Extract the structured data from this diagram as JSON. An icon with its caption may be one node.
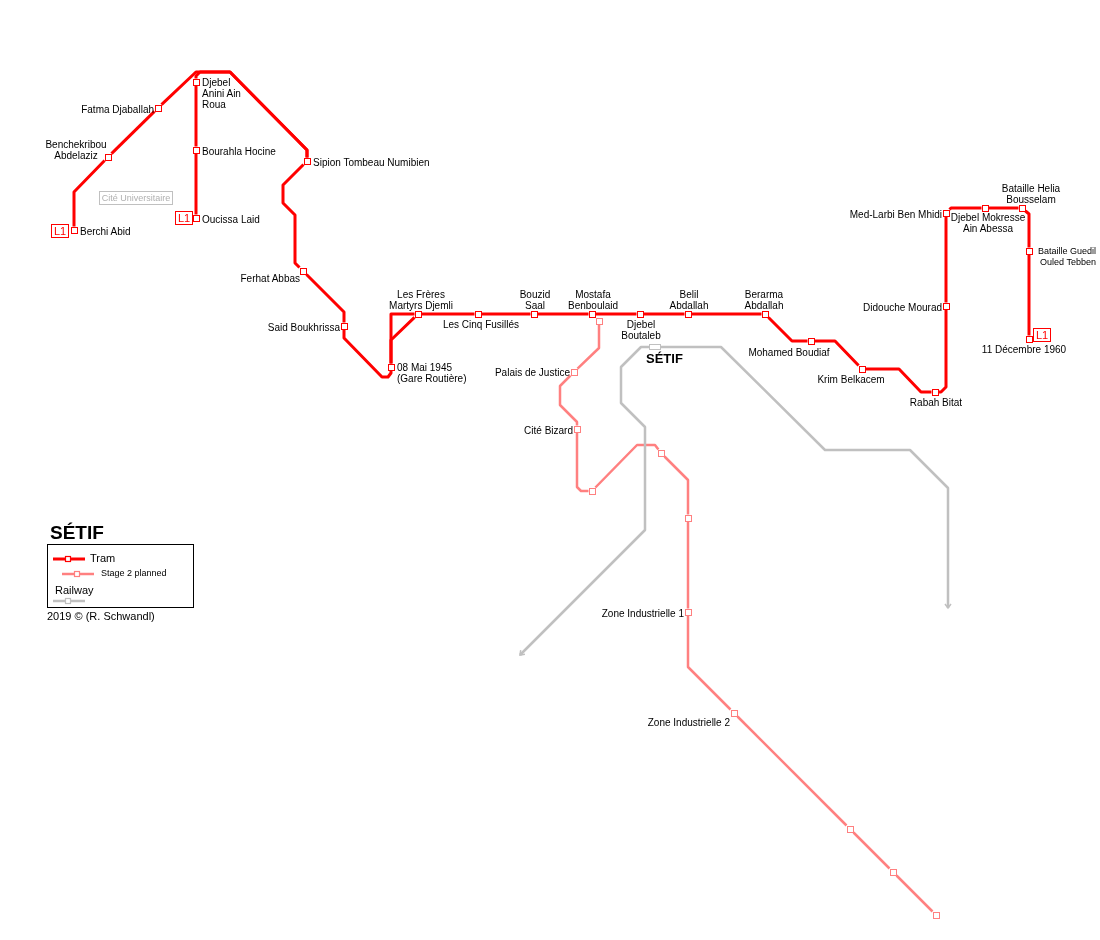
{
  "diagram": {
    "title": "SÉTIF",
    "nodes": [
      {
        "text": [],
        "shape": "box",
        "beside": [
          "Berchi Abid"
        ]
      },
      {
        "text": [],
        "shape": "box",
        "beside": [
          "Benchekribou Abdelaziz"
        ]
      },
      {
        "text": [],
        "shape": "box",
        "beside": [
          "Fatma Djaballah"
        ]
      },
      {
        "text": [],
        "shape": "box",
        "beside": [
          "Djebel Anini Ain Roua"
        ]
      },
      {
        "text": [],
        "shape": "box",
        "beside": [
          "Bourahla Hocine"
        ]
      },
      {
        "text": [],
        "shape": "box",
        "beside": [
          "Oucissa Laid"
        ]
      },
      {
        "text": [],
        "shape": "box",
        "beside": [
          "Sipion Tombeau Numibien"
        ]
      },
      {
        "text": [],
        "shape": "box",
        "beside": [
          "Ferhat Abbas"
        ]
      },
      {
        "text": [],
        "shape": "box",
        "beside": [
          "Said Boukhrissa"
        ]
      },
      {
        "text": [],
        "shape": "box",
        "beside": [
          "08 Mai 1945 (Gare Routière)"
        ]
      },
      {
        "text": [],
        "shape": "box",
        "beside": [
          "Les Frères Martyrs Djemli"
        ]
      },
      {
        "text": [],
        "shape": "box",
        "beside": [
          "Les Cinq Fusillés"
        ]
      },
      {
        "text": [],
        "shape": "box",
        "beside": [
          "Bouzid Saal"
        ]
      },
      {
        "text": [],
        "shape": "box",
        "beside": [
          "Mostafa Benboulaid"
        ]
      },
      {
        "text": [],
        "shape": "box",
        "beside": [
          "Djebel Boutaleb"
        ]
      },
      {
        "text": [],
        "shape": "box",
        "beside": [
          "Belil Abdallah"
        ]
      },
      {
        "text": [],
        "shape": "box",
        "beside": [
          "Berarma Abdallah"
        ]
      },
      {
        "text": [],
        "shape": "box",
        "beside": [
          "Mohamed Boudiaf"
        ]
      },
      {
        "text": [],
        "shape": "box",
        "beside": [
          "Krim Belkacem"
        ]
      },
      {
        "text": [],
        "shape": "box",
        "beside": [
          "Rabah Bitat"
        ]
      },
      {
        "text": [],
        "shape": "box",
        "beside": [
          "Didouche Mourad"
        ]
      },
      {
        "text": [],
        "shape": "box",
        "beside": [
          "Med-Larbi Ben Mhidi"
        ]
      },
      {
        "text": [],
        "shape": "box",
        "beside": [
          "Djebel Mokresse Ain Abessa"
        ]
      },
      {
        "text": [],
        "shape": "box",
        "beside": [
          "Bataille Helia Bousselam"
        ]
      },
      {
        "text": [],
        "shape": "box",
        "beside": [
          "Bataille Guedil Ouled Tebben"
        ]
      },
      {
        "text": [],
        "shape": "box",
        "beside": [
          "11 Décembre 1960"
        ]
      },
      {
        "text": [],
        "shape": "box"
      },
      {
        "text": [],
        "shape": "box",
        "beside": [
          "Palais de Justice"
        ]
      },
      {
        "text": [],
        "shape": "box",
        "beside": [
          "Cité Bizard"
        ]
      },
      {
        "text": [],
        "shape": "box"
      },
      {
        "text": [],
        "shape": "box"
      },
      {
        "text": [],
        "shape": "box"
      },
      {
        "text": [],
        "shape": "box",
        "beside": [
          "Zone Industrielle 1"
        ]
      },
      {
        "text": [],
        "shape": "box",
        "beside": [
          "Zone Industrielle 2"
        ]
      },
      {
        "text": [],
        "shape": "box"
      },
      {
        "text": [],
        "shape": "box"
      },
      {
        "text": [],
        "shape": "box"
      },
      {
        "text": [],
        "shape": "box",
        "beside": [
          "SÉTIF"
        ]
      },
      {
        "text": [
          "Cité Universitaire"
        ]
      },
      {
        "text": [
          "L1"
        ]
      },
      {
        "text": [
          "L1"
        ]
      },
      {
        "text": [
          "L1"
        ]
      }
    ],
    "edges": [
      {
        "from": 0,
        "to": 1,
        "arrow": "none"
      },
      {
        "from": 1,
        "to": 2,
        "arrow": "none"
      },
      {
        "from": 2,
        "to": 6,
        "arrow": "none"
      },
      {
        "from": 5,
        "to": 4,
        "arrow": "none"
      },
      {
        "from": 4,
        "to": 3,
        "arrow": "none"
      },
      {
        "from": 3,
        "to": 6,
        "arrow": "none"
      },
      {
        "from": 6,
        "to": 7,
        "arrow": "none"
      },
      {
        "from": 7,
        "to": 8,
        "arrow": "none"
      },
      {
        "from": 8,
        "to": 9,
        "arrow": "none"
      },
      {
        "from": 9,
        "to": 10,
        "arrow": "none"
      },
      {
        "from": 9,
        "to": 10,
        "arrow": "none"
      },
      {
        "from": 10,
        "to": 11,
        "arrow": "none"
      },
      {
        "from": 11,
        "to": 12,
        "arrow": "none"
      },
      {
        "from": 12,
        "to": 13,
        "arrow": "none"
      },
      {
        "from": 13,
        "to": 14,
        "arrow": "none"
      },
      {
        "from": 14,
        "to": 15,
        "arrow": "none"
      },
      {
        "from": 15,
        "to": 16,
        "arrow": "none"
      },
      {
        "from": 16,
        "to": 17,
        "arrow": "none"
      },
      {
        "from": 17,
        "to": 18,
        "arrow": "none"
      },
      {
        "from": 18,
        "to": 19,
        "arrow": "none"
      },
      {
        "from": 19,
        "to": 20,
        "arrow": "none"
      },
      {
        "from": 20,
        "to": 21,
        "arrow": "none"
      },
      {
        "from": 21,
        "to": 22,
        "arrow": "none"
      },
      {
        "from": 22,
        "to": 23,
        "arrow": "none"
      },
      {
        "from": 23,
        "to": 24,
        "arrow": "none"
      },
      {
        "from": 24,
        "to": 25,
        "arrow": "none"
      },
      {
        "from": 26,
        "to": 27,
        "arrow": "none",
        "color": "#ff8080"
      },
      {
        "from": 27,
        "to": 28,
        "arrow": "none",
        "color": "#ff8080"
      },
      {
        "from": 28,
        "to": 29,
        "arrow": "none",
        "color": "#ff8080"
      },
      {
        "from": 29,
        "to": 30,
        "arrow": "none",
        "color": "#ff8080"
      },
      {
        "from": 30,
        "to": 31,
        "arrow": "none",
        "color": "#ff8080"
      },
      {
        "from": 31,
        "to": 32,
        "arrow": "none",
        "color": "#ff8080"
      },
      {
        "from": 32,
        "to": 33,
        "arrow": "none",
        "color": "#ff8080"
      },
      {
        "from": 33,
        "to": 34,
        "arrow": "none",
        "color": "#ff8080"
      },
      {
        "from": 34,
        "to": 35,
        "arrow": "none",
        "color": "#ff8080"
      },
      {
        "from": 35,
        "to": 36,
        "arrow": "none",
        "color": "#ff8080"
      },
      {
        "from": 37,
        "to": null,
        "arrow": "to",
        "color": "#c0c0c0"
      },
      {
        "from": 37,
        "to": null,
        "arrow": "to",
        "color": "#c0c0c0"
      }
    ],
    "labels": [
      "2019 © (R. Schwandl)"
    ],
    "legend": [
      {
        "text": "Tram"
      },
      {
        "text": "Stage 2 planned"
      },
      {
        "text": "Railway"
      }
    ]
  }
}
